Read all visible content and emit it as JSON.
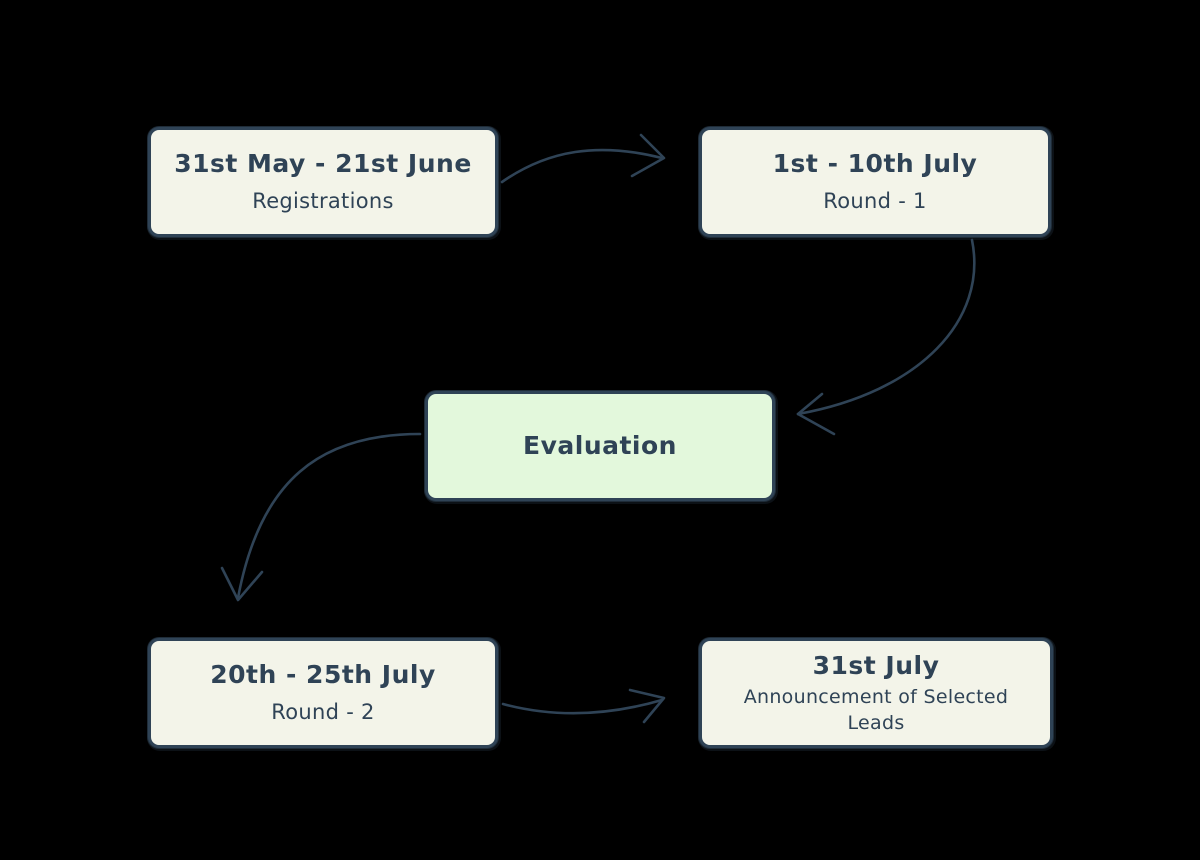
{
  "diagram": {
    "nodes": [
      {
        "id": "registrations",
        "title": "31st May - 21st June",
        "subtitle": "Registrations"
      },
      {
        "id": "round1",
        "title": "1st - 10th July",
        "subtitle": "Round - 1"
      },
      {
        "id": "evaluation",
        "title": "Evaluation"
      },
      {
        "id": "round2",
        "title": "20th - 25th July",
        "subtitle": "Round - 2"
      },
      {
        "id": "announcement",
        "title": "31st July",
        "subtitle": "Announcement of Selected Leads"
      }
    ],
    "edges": [
      {
        "from": "registrations",
        "to": "round1"
      },
      {
        "from": "round1",
        "to": "evaluation"
      },
      {
        "from": "evaluation",
        "to": "round2"
      },
      {
        "from": "round2",
        "to": "announcement"
      }
    ],
    "colors": {
      "background": "#000000",
      "box_fill": "#f3f4e9",
      "evaluation_fill": "#e3f8dc",
      "stroke": "#2f4356"
    }
  }
}
